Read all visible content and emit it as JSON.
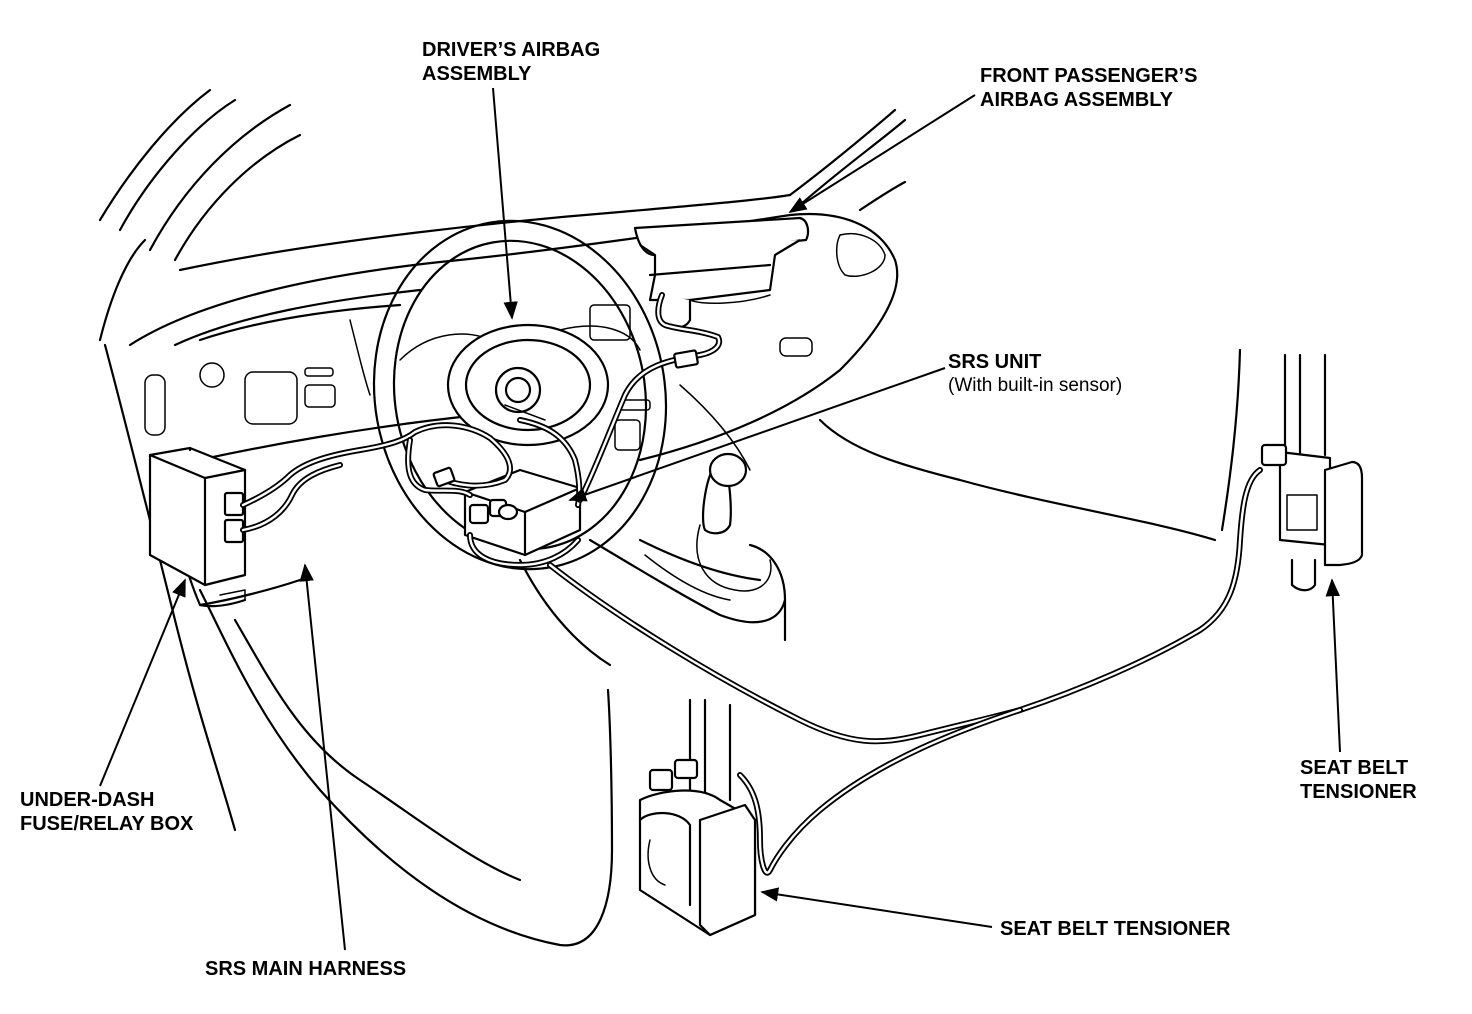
{
  "labels": {
    "driver_airbag_1": "DRIVER’S AIRBAG",
    "driver_airbag_2": "ASSEMBLY",
    "passenger_airbag_1": "FRONT PASSENGER’S",
    "passenger_airbag_2": "AIRBAG ASSEMBLY",
    "srs_unit_1": "SRS UNIT",
    "srs_unit_2": "(With built-in sensor)",
    "under_dash_1": "UNDER-DASH",
    "under_dash_2": "FUSE/RELAY BOX",
    "srs_main_harness": "SRS MAIN HARNESS",
    "seat_belt_tensioner_right_1": "SEAT BELT",
    "seat_belt_tensioner_right_2": "TENSIONER",
    "seat_belt_tensioner_center": "SEAT BELT TENSIONER"
  },
  "colors": {
    "line": "#000000",
    "background": "#ffffff"
  }
}
